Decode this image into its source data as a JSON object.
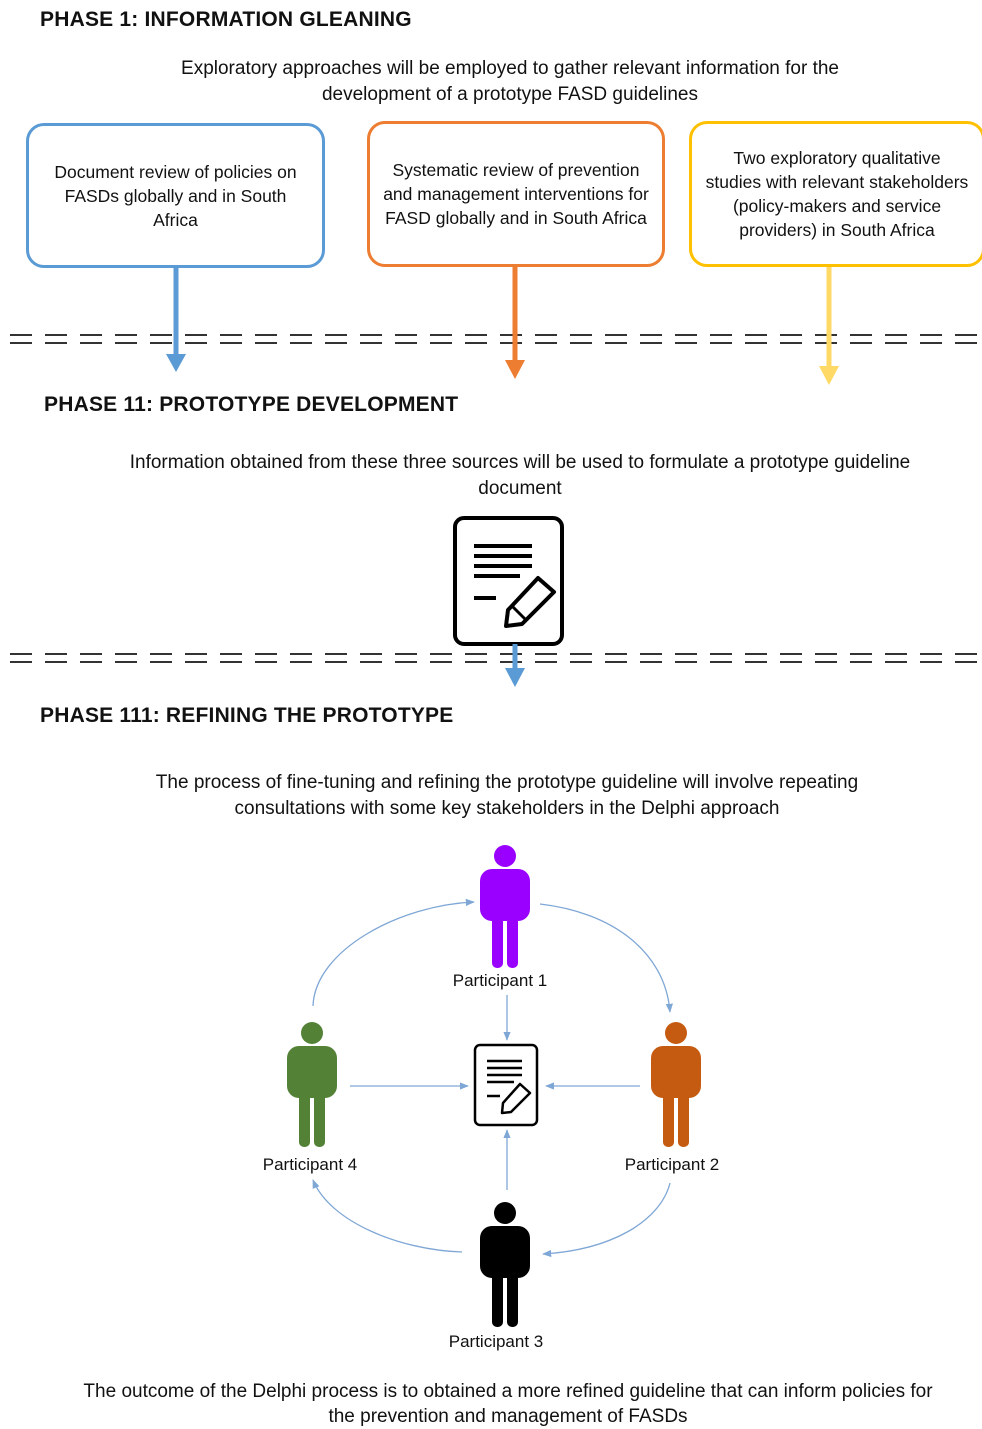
{
  "phase1": {
    "heading": "PHASE 1: INFORMATION GLEANING",
    "intro": "Exploratory approaches will be employed to gather relevant information for the development of a prototype FASD guidelines",
    "boxes": [
      {
        "text": "Document review of policies on FASDs globally and in South Africa",
        "color": "#5b9bd5"
      },
      {
        "text": "Systematic review of prevention and management interventions for FASD globally and in South Africa",
        "color": "#ed7d31"
      },
      {
        "text": "Two exploratory qualitative studies with relevant stakeholders (policy-makers and service providers) in South Africa",
        "color": "#ffc000"
      }
    ]
  },
  "phase2": {
    "heading": "PHASE 11: PROTOTYPE DEVELOPMENT",
    "intro": "Information obtained from these three sources will be used to formulate a prototype guideline document",
    "icon": "document-edit-icon"
  },
  "phase3": {
    "heading": "PHASE 111: REFINING THE PROTOTYPE",
    "intro": "The process of fine-tuning and refining the prototype guideline will involve repeating consultations with some key stakeholders in the Delphi approach",
    "participants": [
      {
        "label": "Participant 1",
        "color": "#9900ff"
      },
      {
        "label": "Participant 2",
        "color": "#c55a11"
      },
      {
        "label": "Participant 3",
        "color": "#000000"
      },
      {
        "label": "Participant 4",
        "color": "#538135"
      }
    ],
    "center_icon": "document-edit-icon",
    "outcome": "The outcome of the Delphi process is to obtained a more refined guideline that can inform policies for the prevention and management of FASDs"
  },
  "colors": {
    "dash": "#333333",
    "delphi_arrow": "#7fa7d6"
  }
}
